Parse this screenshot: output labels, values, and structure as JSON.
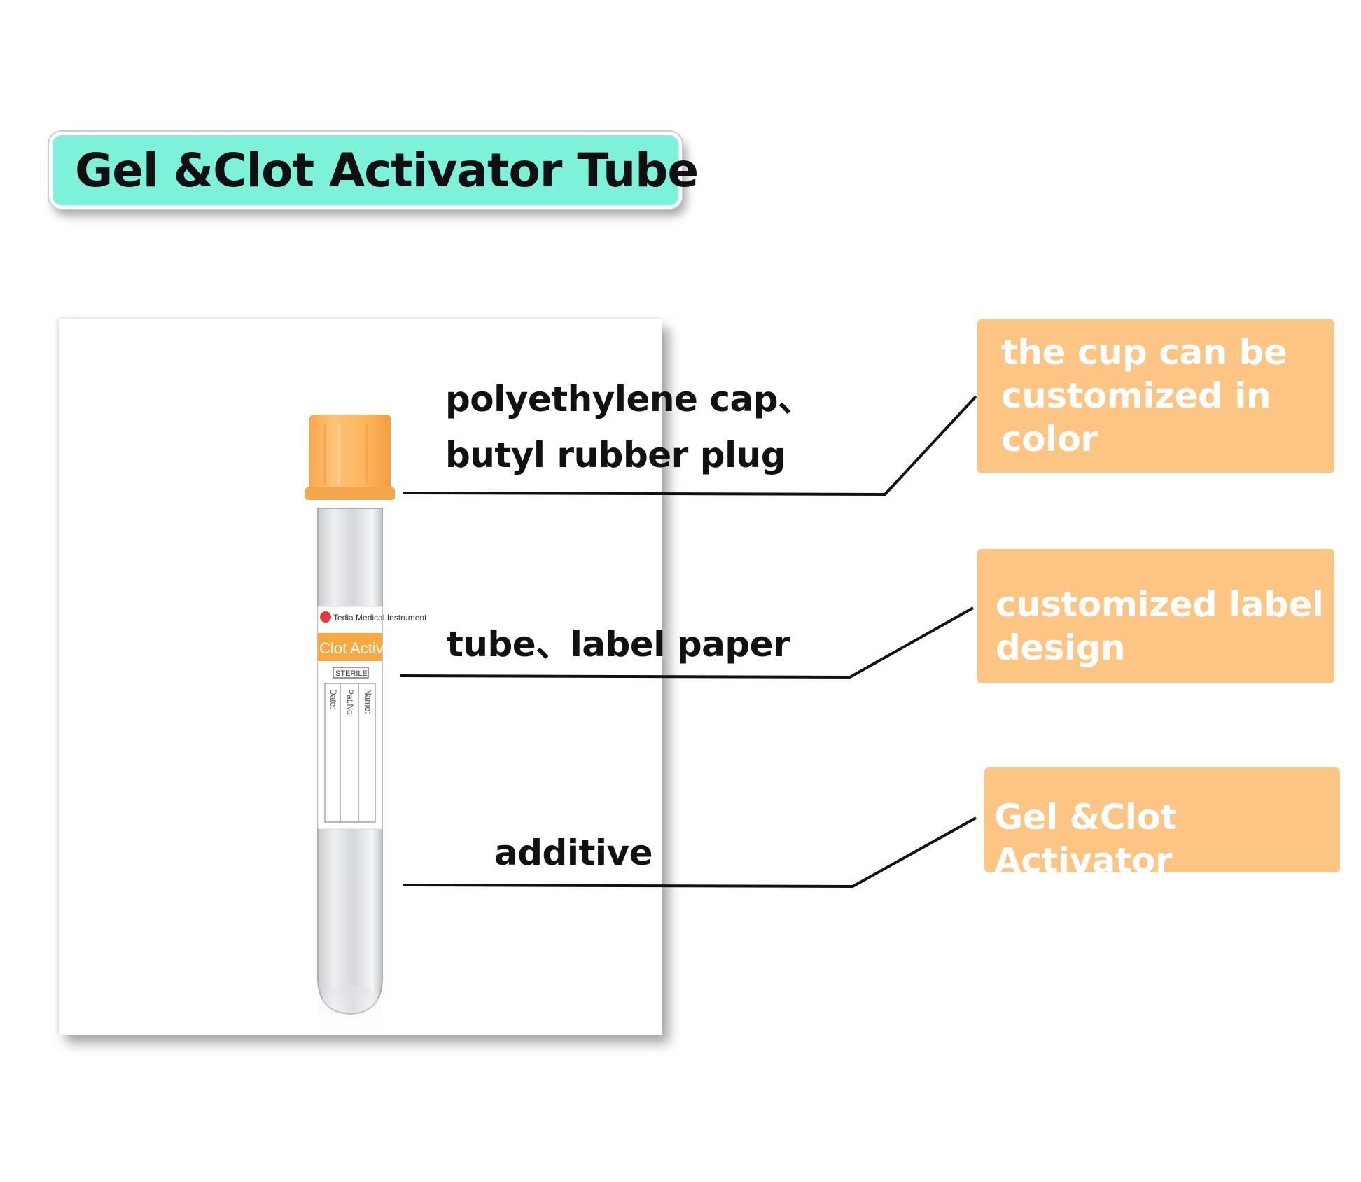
{
  "title": "Gel &Clot Activator Tube",
  "tube_label": {
    "brand": "Tedia Medical Instrument",
    "product": "Clot Activator",
    "sterile": "STERILE",
    "field_name": "Name:",
    "field_patno": "Pat.No:",
    "field_date": "Date:"
  },
  "callouts": [
    {
      "line1": "polyethylene cap、",
      "line2": "butyl rubber plug"
    },
    {
      "line1": "tube、label paper"
    },
    {
      "line1": "additive"
    }
  ],
  "boxes": [
    {
      "line1": "the cup can be",
      "line2": "customized in",
      "line3": "color"
    },
    {
      "line1": "customized label",
      "line2": "design"
    },
    {
      "line1": "Gel &Clot Activator"
    }
  ],
  "colors": {
    "title_bg": "#7df2d9",
    "box_bg": "#fcc584",
    "cap": "#fdb45c",
    "label_band": "#f7a83e"
  }
}
